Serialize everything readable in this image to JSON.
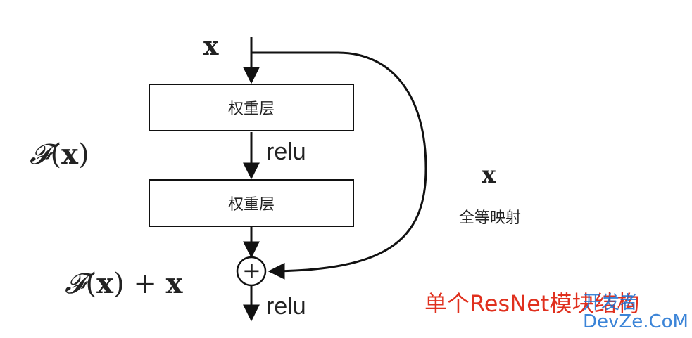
{
  "input_label": "x",
  "layer1_label": "权重层",
  "layer2_label": "权重层",
  "relu_mid_label": "relu",
  "relu_out_label": "relu",
  "fx_symbol": "𝓕",
  "fx_arg": "x",
  "fx_plus_symbol": "𝓕",
  "fx_plus_arg": "x",
  "fx_plus_add": "x",
  "identity_x_label": "x",
  "identity_label": "全等映射",
  "plus_symbol": "+",
  "caption": "单个ResNet模块结构",
  "watermark": "开发者\nDevZe.CoM",
  "colors": {
    "caption": "#e0301e",
    "watermark": "#1a6fd1",
    "line": "#111111"
  }
}
